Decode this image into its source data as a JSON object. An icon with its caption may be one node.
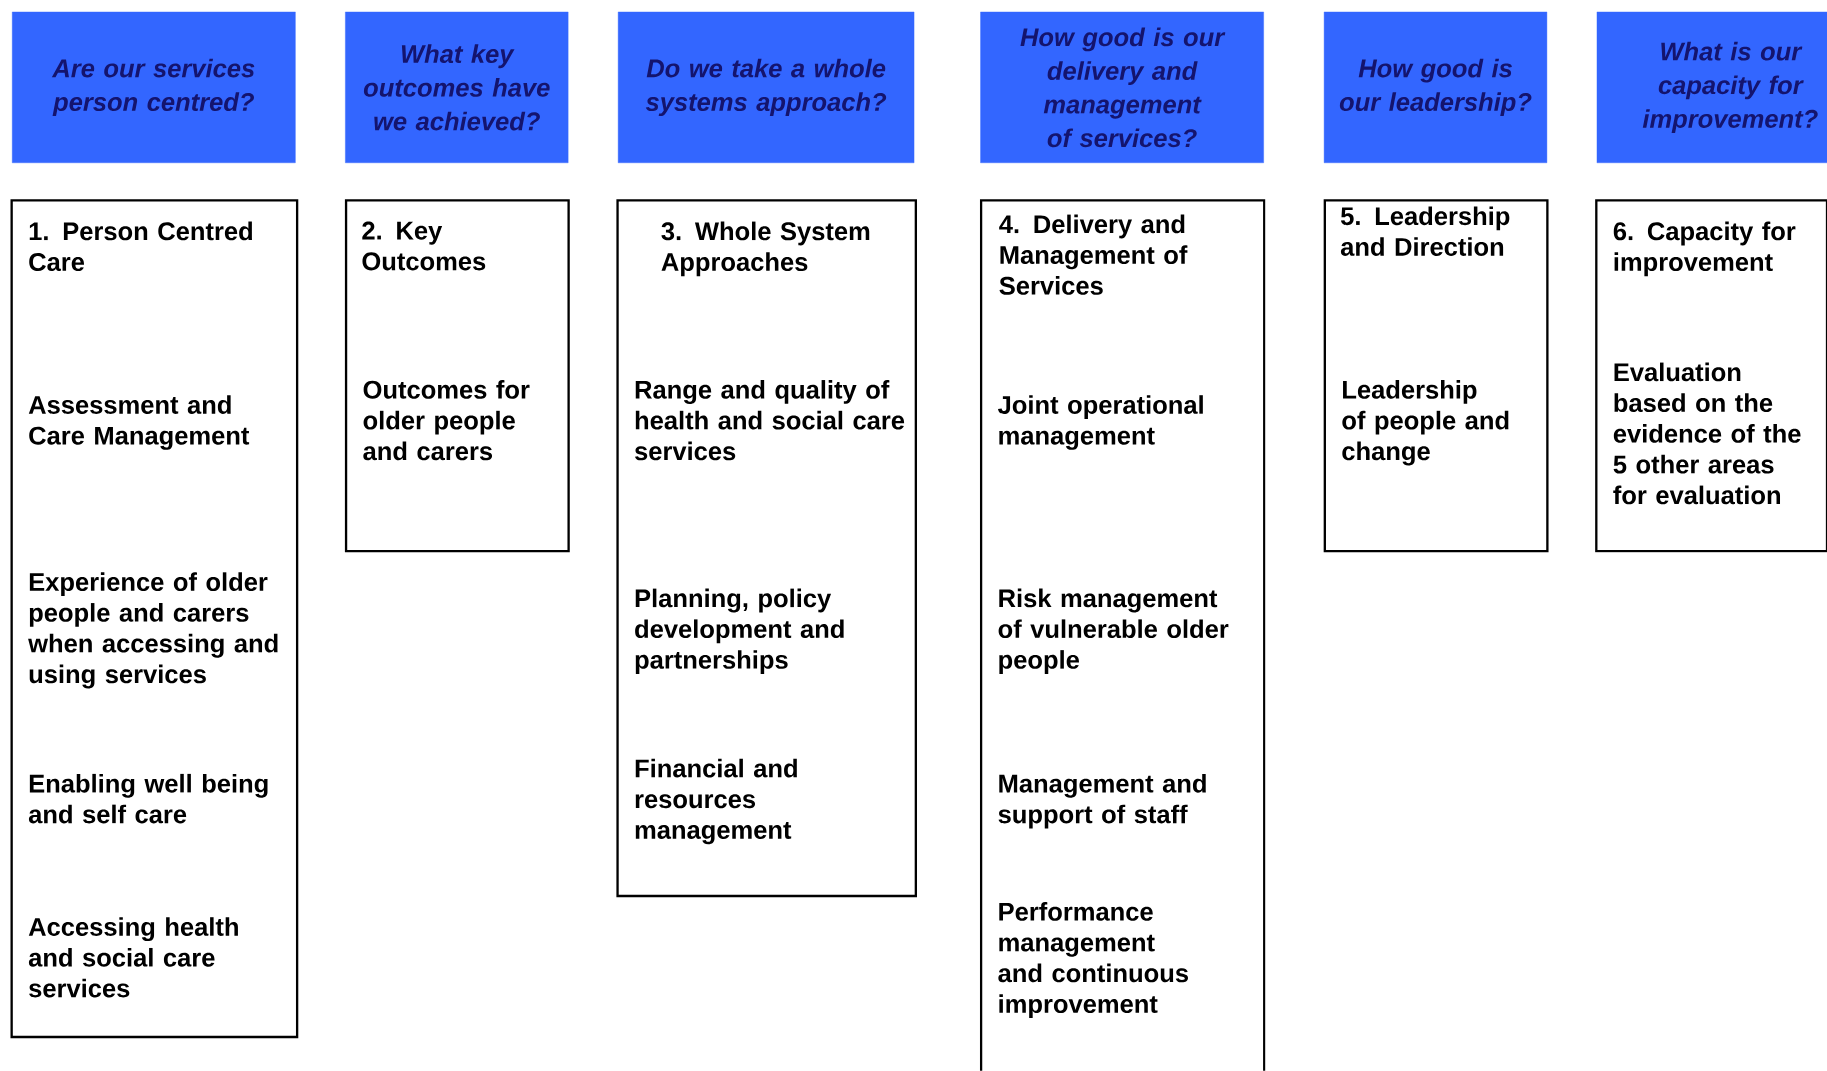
{
  "diagram": {
    "nodes": [
      {
        "text": [
          "Are our services person centred?"
        ]
      },
      {
        "text": [
          "What key outcomes have we achieved?"
        ]
      },
      {
        "text": [
          "Do we take a whole systems approach?"
        ]
      },
      {
        "text": [
          "How good is our delivery and management of services?"
        ]
      },
      {
        "text": [
          "How good is our leadership?"
        ]
      },
      {
        "text": [
          "What is our capacity for improvement?"
        ]
      },
      {
        "text": [
          "1. Person Centred Care",
          "Assessment and Care Management",
          "Experience of older people and carers when accessing and using services",
          "Enabling well being and self care",
          "Accessing health and social care services"
        ]
      },
      {
        "text": [
          "2. Key Outcomes",
          "Outcomes for older people and carers"
        ]
      },
      {
        "text": [
          "3. Whole System Approaches",
          "Range and quality of health and social care services",
          "Planning, policy development and partnerships",
          "Financial and resources management"
        ]
      },
      {
        "text": [
          "4.  Delivery and Management of Services",
          "Joint operational management",
          "Risk management of vulnerable older people",
          "Management and support of staff",
          "Performance management and continuous improvement"
        ]
      },
      {
        "text": [
          "5. Leadership and Direction",
          "Leadership of people and change"
        ]
      },
      {
        "text": [
          "6. Capacity for improvement",
          "Evaluation based on the evidence of the 5 other areas for evaluation"
        ]
      }
    ]
  }
}
